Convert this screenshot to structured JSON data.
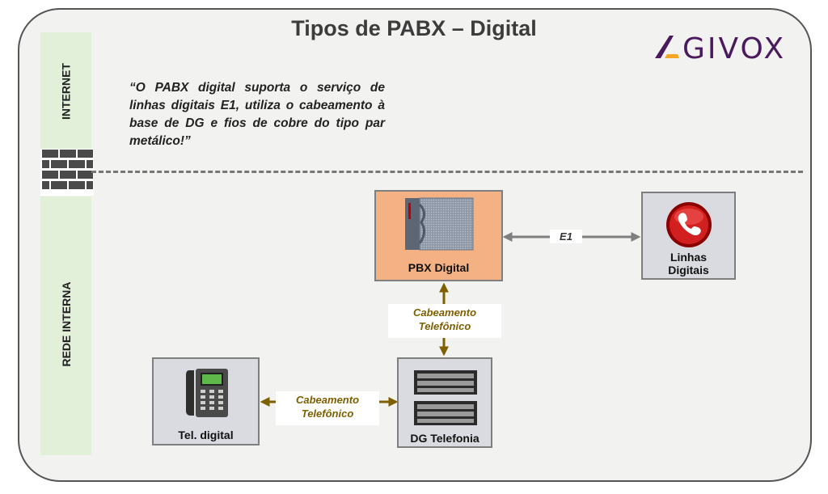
{
  "title": "Tipos de PABX – Digital",
  "logo": {
    "text": "GIVOX",
    "brand_color": "#4b1a5e",
    "accent_color": "#f5a623"
  },
  "zones": {
    "internet": "INTERNET",
    "internal": "REDE INTERNA"
  },
  "quote": "“O PABX digital suporta o serviço de linhas digitais E1, utiliza o cabeamento à base de DG e fios de cobre do tipo par metálico!”",
  "nodes": {
    "pbx": {
      "label": "PBX Digital",
      "fill": "#f4b183"
    },
    "lines": {
      "label_line1": "Linhas",
      "label_line2": "Digitais",
      "icon": "phone-handset-icon"
    },
    "dg": {
      "label": "DG Telefonia",
      "icon": "server-rack-icon"
    },
    "phone": {
      "label": "Tel. digital",
      "icon": "desk-phone-icon"
    }
  },
  "edges": {
    "e1": {
      "label": "E1",
      "color": "#7f7f7f"
    },
    "pbx_dg": {
      "label_line1": "Cabeamento",
      "label_line2": "Telefônico",
      "color": "#7f6000"
    },
    "dg_phone": {
      "label_line1": "Cabeamento",
      "label_line2": "Telefônico",
      "color": "#7f6000"
    }
  }
}
